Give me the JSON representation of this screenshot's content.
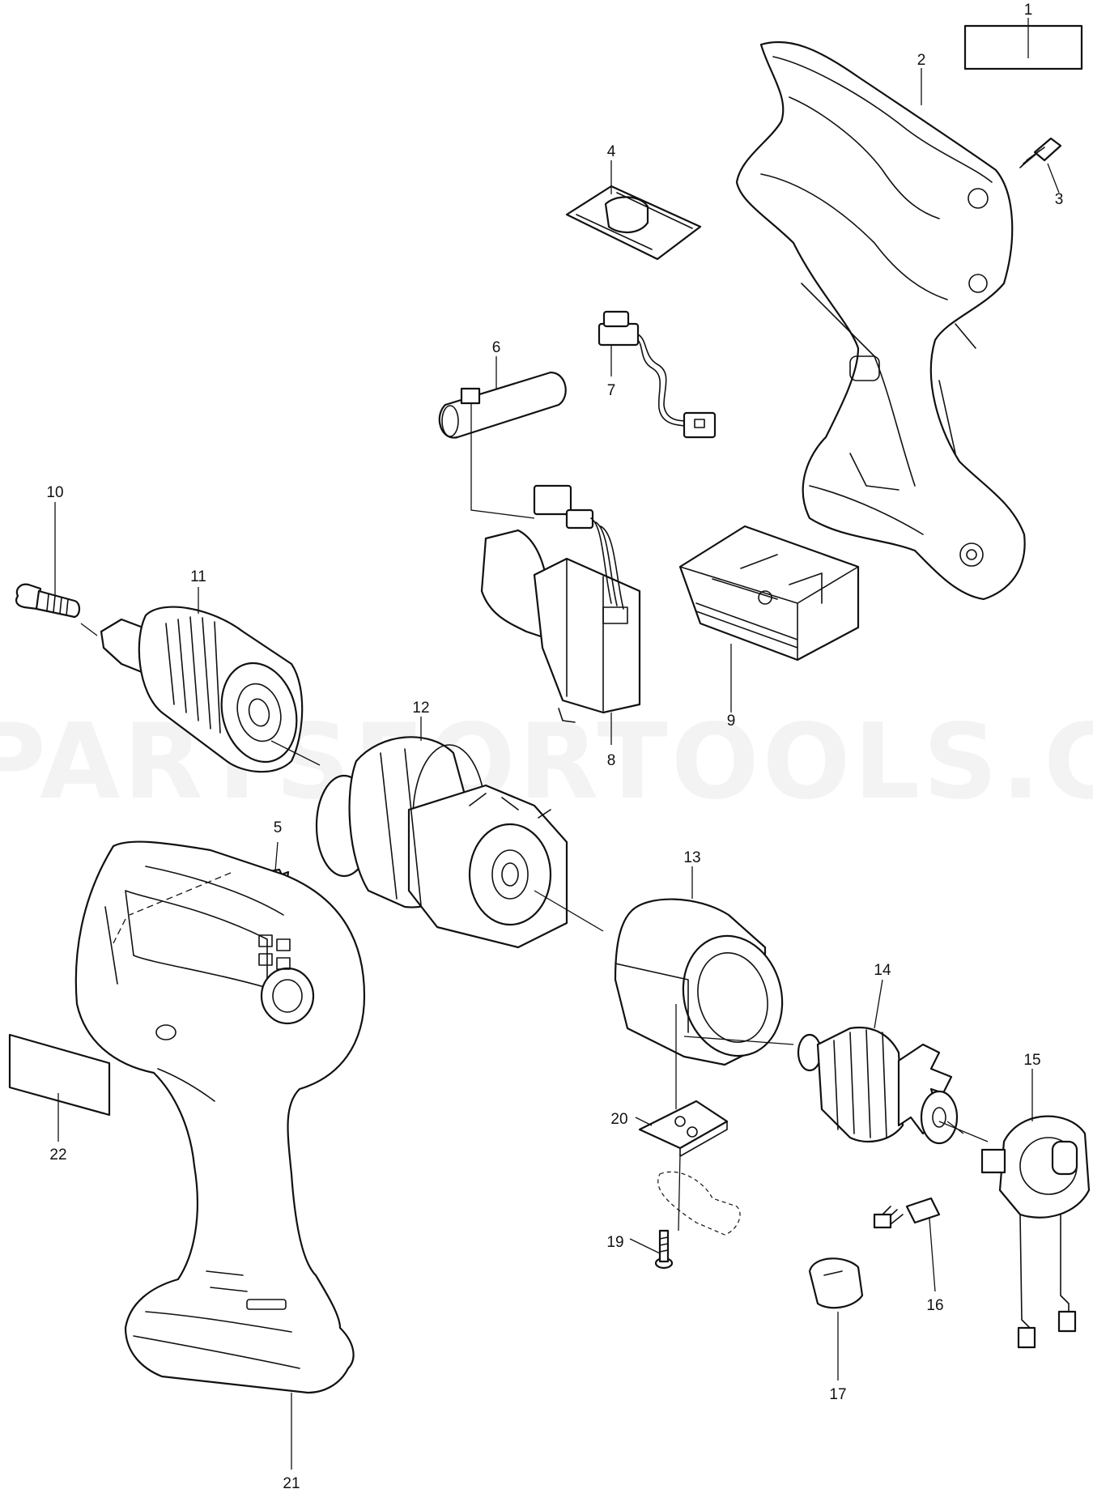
{
  "watermark": "REPARTSFORTOOLS.COM",
  "parts": [
    {
      "id": "1",
      "label": "1"
    },
    {
      "id": "2",
      "label": "2"
    },
    {
      "id": "3",
      "label": "3"
    },
    {
      "id": "4",
      "label": "4"
    },
    {
      "id": "5",
      "label": "5"
    },
    {
      "id": "6",
      "label": "6"
    },
    {
      "id": "7",
      "label": "7"
    },
    {
      "id": "8",
      "label": "8"
    },
    {
      "id": "9",
      "label": "9"
    },
    {
      "id": "10",
      "label": "10"
    },
    {
      "id": "11",
      "label": "11"
    },
    {
      "id": "12",
      "label": "12"
    },
    {
      "id": "13",
      "label": "13"
    },
    {
      "id": "14",
      "label": "14"
    },
    {
      "id": "15",
      "label": "15"
    },
    {
      "id": "16",
      "label": "16"
    },
    {
      "id": "17",
      "label": "17"
    },
    {
      "id": "19",
      "label": "19"
    },
    {
      "id": "20",
      "label": "20"
    },
    {
      "id": "21",
      "label": "21"
    },
    {
      "id": "22",
      "label": "22"
    }
  ]
}
